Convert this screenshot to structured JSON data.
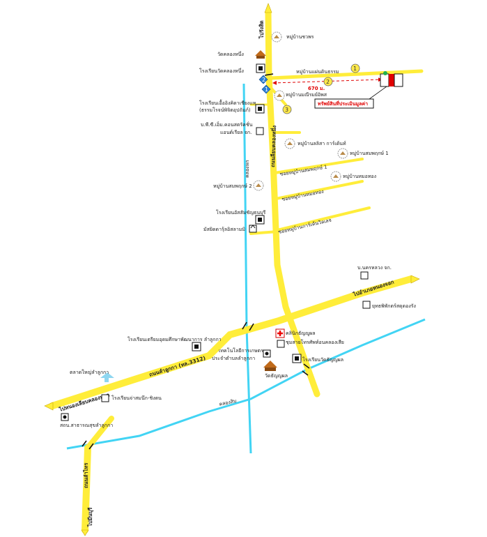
{
  "roads": {
    "north_arrow": "ไปรังสิต",
    "main_north_south": "ถนนลียบคลองหนึ่ง",
    "khlong_hok": "คลองหก",
    "lam_luk_ka": "ถนนลำลูกกา (ทล.3312)",
    "lam_sai": "ถนนลำไทร",
    "to_nong_chok": "ไปอำเภอหนองจอก",
    "to_khlong_ha": "ไปหนองเลียบคลองหจด",
    "khlong_sip": "คลองสิบ",
    "to_minburi": "ไปมีนบุรี",
    "soi_1": "ซอยหมู่บ้านสมพฤกษ์ 1",
    "soi_2": "ซอยหมู่บ้านหมอทอง",
    "soi_3": "ซอยหมู่บ้านการ์เด้นวิลเลจ"
  },
  "places": {
    "wat_khlong_nueng": "วัดคลองหนึ่ง",
    "school_wat": "โรงเรียนวัดคลองหนึ่ง",
    "village_chaiyaphon": "หมู่บ้านชวพร",
    "village_phaen_din": "หมู่บ้านแผ่นดินธรรม",
    "village_kanmani": "หมู่บ้านมณีรมย์อิพส",
    "school_fai": "โรงเรียนเอื้ออิงคิดาเชียงแห",
    "school_fai_2": "(ธรรมโรจน์พิจิตอุปถัมภ์)",
    "company_1": "บ.พี.ซี.เอ็ม.คอนสตรัคชั่น",
    "company_1b": "แอนด์เรียล จก.",
    "village_sirin": "หมู่บ้านลลิสา การ์เด้นท์",
    "village_somphruek_1": "หมู่บ้านสมพฤกษ์ 1",
    "village_mo_thong": "หมู่บ้านหมอทอง",
    "village_somphruek_2": "หมู่บ้านสมพฤกษ์ 2",
    "school_khlong": "โรงเรียนอัสสัมชัญธนบุรี",
    "mosque": "มัสยิดดารุ้ลอิสลามมิ",
    "company_2": "บ.นครหลวง จก.",
    "army": "ยุทธพิพักตร์สดุดองรัง",
    "school_lam_luk_ka": "โรงเรียนเตรียมอุดมศึกษาพัฒนาการ ลำลูกกา",
    "clinic": "คลินิกธัญญูผล",
    "police": "ชุมสายโทรศัพท์อนคลองเสีย",
    "technical": "เทคโนโลยีการเกษตร",
    "technical_2": "ประจำตำบลลำลูกกา",
    "wat_thanyaphon": "วัดธัญญผล",
    "school_thanyaphon": "โรงเรียนวัดธัญญผล",
    "market": "ตลาดใหญ่ลำลูกกา",
    "school_suwan": "โรงเรียนจ่าสมนึก-ชิงตน",
    "health": "สถน.สาธารณสุขลำลูกกา"
  },
  "annotations": {
    "distance": "670 ม.",
    "property": "ทรัพย์สินที่ประเมินมูลค่า",
    "marker_1": "1",
    "marker_2": "2",
    "marker_3": "3",
    "blue_1": "1",
    "blue_2": "2"
  },
  "colors": {
    "road": "#ffed3a",
    "road_edge": "#e8c800",
    "canal": "#42d4f4",
    "marker": "#ffe94a",
    "property": "#e00000",
    "blue_marker": "#2a7fd6"
  }
}
